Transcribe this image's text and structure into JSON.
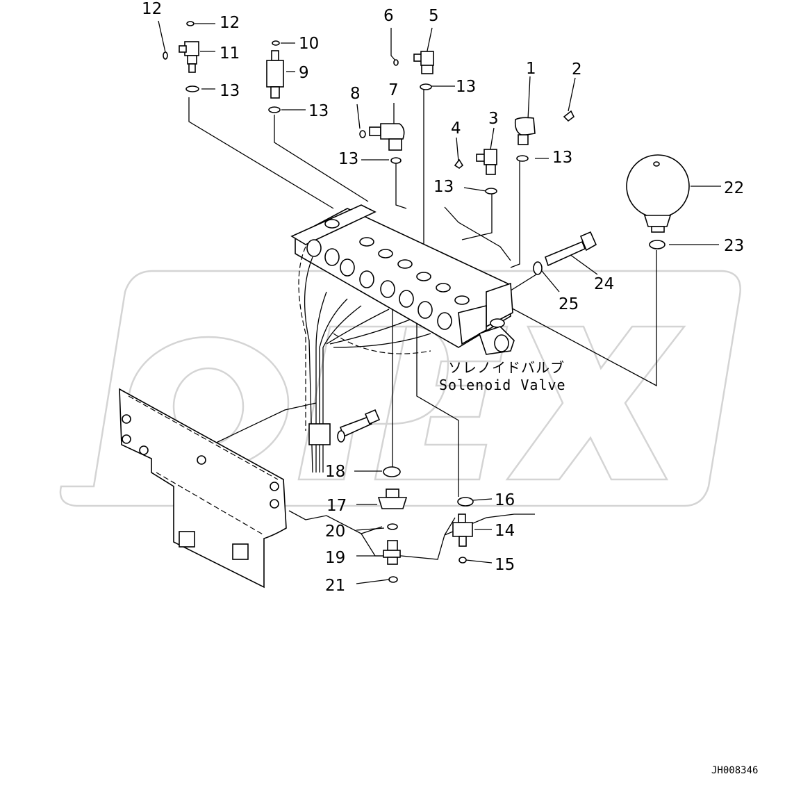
{
  "diagram": {
    "caption_jp": "ソレノイドバルブ",
    "caption_en": "Solenoid Valve",
    "drawing_code": "JH008346",
    "watermark": "OPEX",
    "callouts": {
      "c1": "1",
      "c2": "2",
      "c3": "3",
      "c4": "4",
      "c5": "5",
      "c6": "6",
      "c7": "7",
      "c8": "8",
      "c9": "9",
      "c10": "10",
      "c11": "11",
      "c12a": "12",
      "c12b": "12",
      "c13a": "13",
      "c13b": "13",
      "c13c": "13",
      "c13d": "13",
      "c13e": "13",
      "c13f": "13",
      "c14": "14",
      "c15": "15",
      "c16": "16",
      "c17": "17",
      "c18": "18",
      "c19": "19",
      "c20": "20",
      "c21": "21",
      "c22": "22",
      "c23": "23",
      "c24": "24",
      "c25": "25"
    }
  }
}
